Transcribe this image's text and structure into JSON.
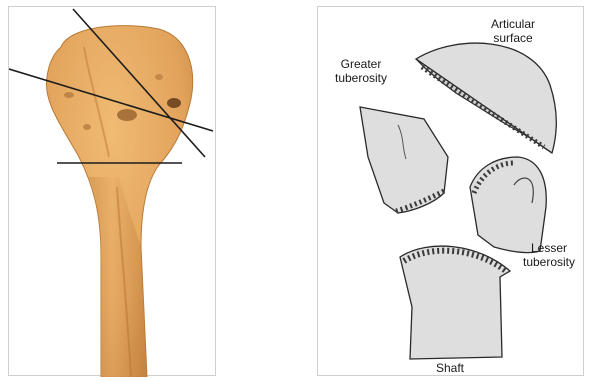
{
  "colors": {
    "bone_fill": "#e2a35c",
    "bone_shadow": "#c07e3a",
    "cut_lines": "#1c1c1c",
    "fragment_fill": "#dedede",
    "fragment_edge": "#2a2a2a",
    "panel_border": "#cfcfcf"
  },
  "labels": {
    "articular_surface": "Articular\nsurface",
    "greater_tuberosity": "Greater\ntuberosity",
    "lesser_tuberosity": "Lesser\ntuberosity",
    "shaft": "Shaft"
  }
}
